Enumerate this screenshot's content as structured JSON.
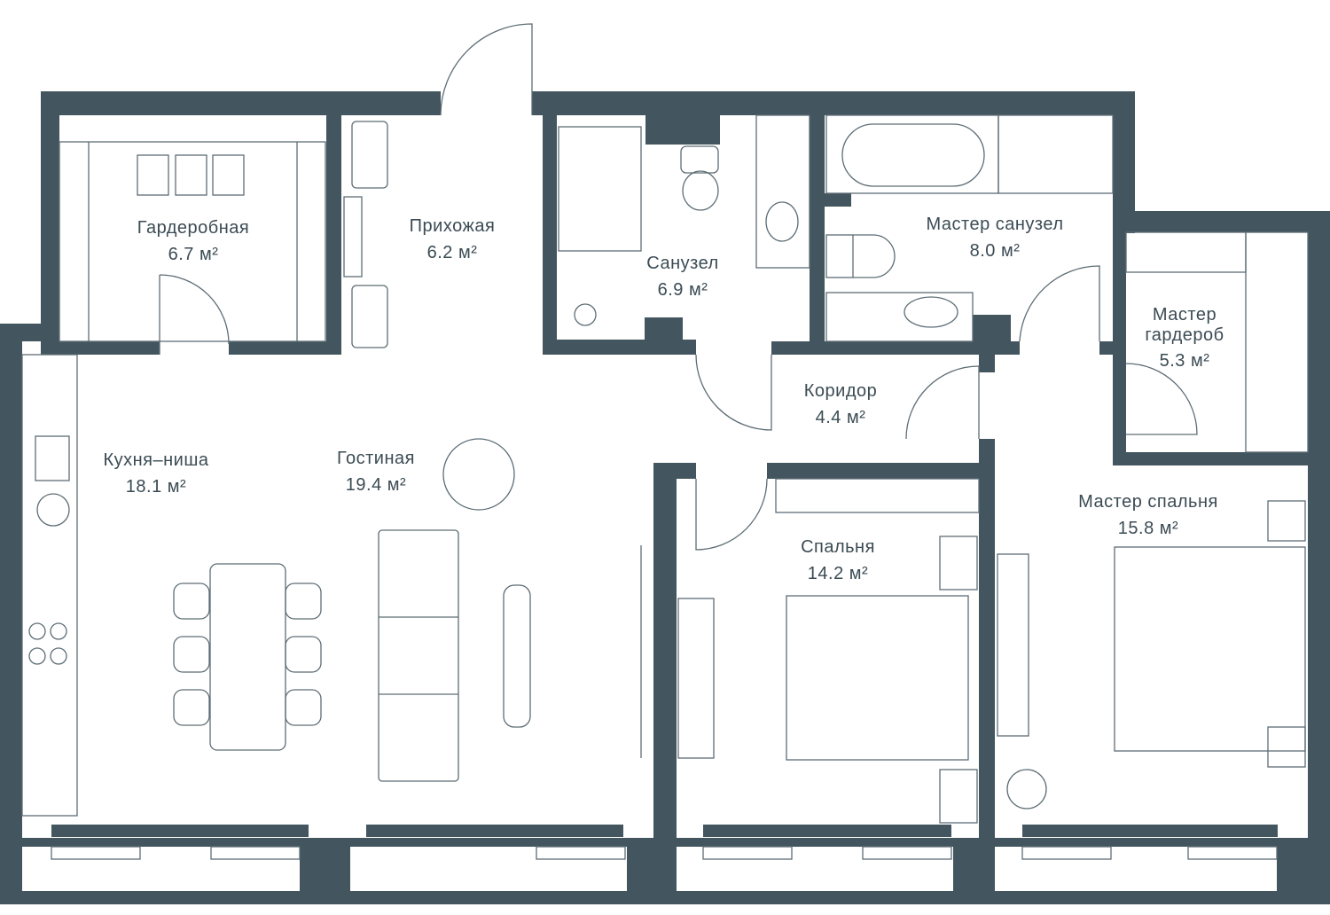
{
  "colors": {
    "wall": "#43555e",
    "text": "#3b4b54",
    "line": "#5d6d75"
  },
  "rooms": [
    {
      "name": "Гардеробная",
      "area": "6.7 м²"
    },
    {
      "name": "Прихожая",
      "area": "6.2 м²"
    },
    {
      "name": "Санузел",
      "area": "6.9 м²"
    },
    {
      "name": "Мастер санузел",
      "area": "8.0 м²"
    },
    {
      "name1": "Мастер",
      "name2": "гардероб",
      "area": "5.3 м²"
    },
    {
      "name": "Коридор",
      "area": "4.4 м²"
    },
    {
      "name": "Кухня–ниша",
      "area": "18.1 м²"
    },
    {
      "name": "Гостиная",
      "area": "19.4 м²"
    },
    {
      "name": "Спальня",
      "area": "14.2 м²"
    },
    {
      "name": "Мастер спальня",
      "area": "15.8 м²"
    }
  ]
}
